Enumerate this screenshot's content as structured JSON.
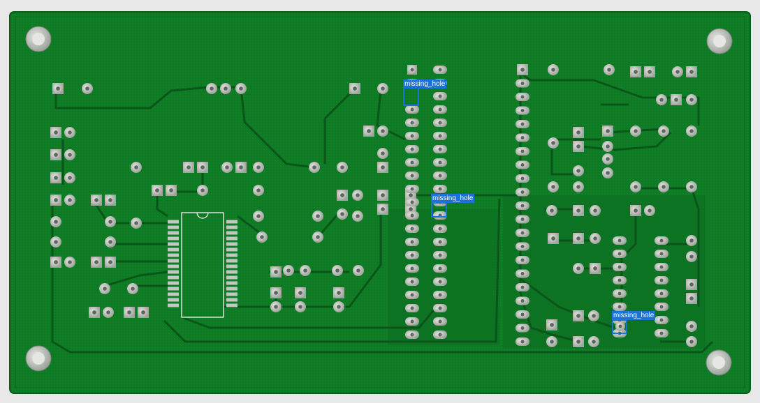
{
  "image": {
    "subject": "pcb-board",
    "colors": {
      "background": "#e8e8e8",
      "board": "#0f7a24",
      "trace": "#0a5c1b",
      "pad": "#c9ccc8",
      "box": "#1a73d9"
    }
  },
  "detections": [
    {
      "label": "missing_hole"
    },
    {
      "label": "missing_hole"
    },
    {
      "label": "missing_hole"
    }
  ]
}
